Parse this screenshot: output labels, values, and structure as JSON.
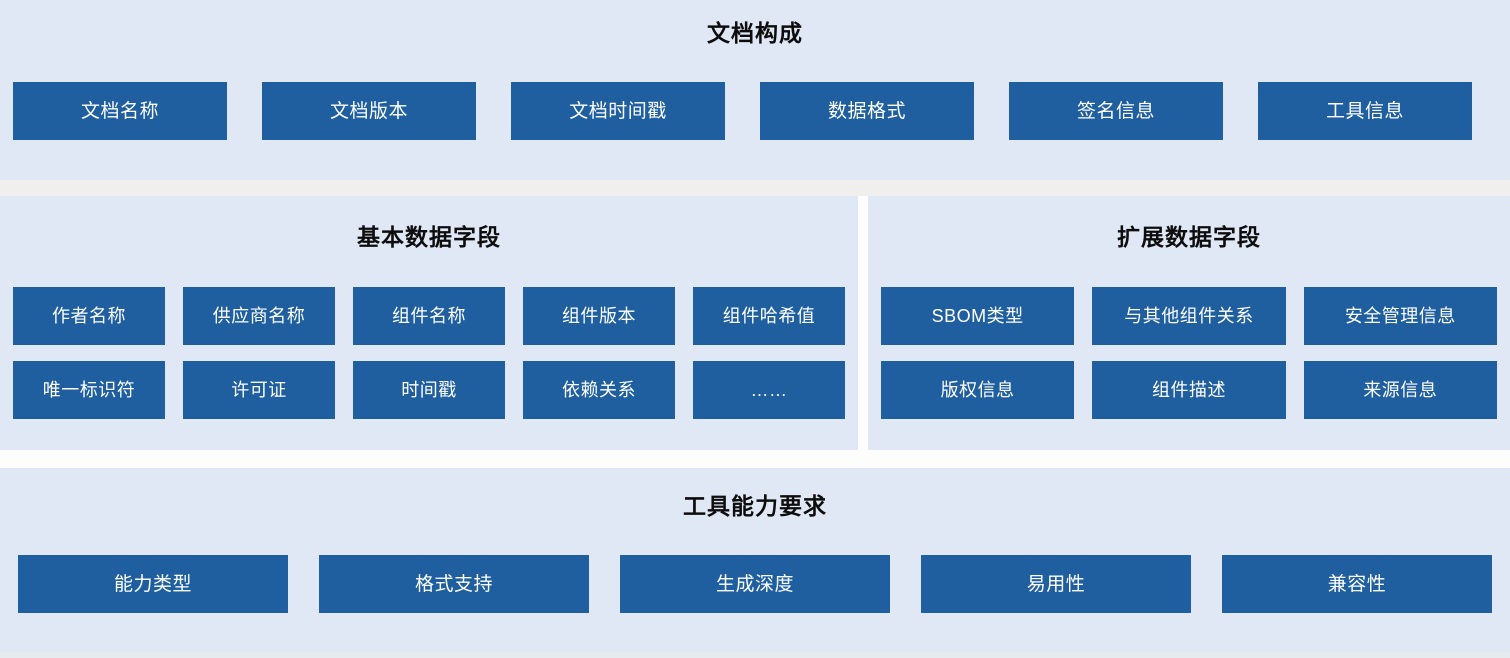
{
  "sections": {
    "document": {
      "title": "文档构成",
      "items": [
        "文档名称",
        "文档版本",
        "文档时间戳",
        "数据格式",
        "签名信息",
        "工具信息"
      ]
    },
    "basic_fields": {
      "title": "基本数据字段",
      "rows": [
        [
          "作者名称",
          "供应商名称",
          "组件名称",
          "组件版本",
          "组件哈希值"
        ],
        [
          "唯一标识符",
          "许可证",
          "时间戳",
          "依赖关系",
          "……"
        ]
      ]
    },
    "extended_fields": {
      "title": "扩展数据字段",
      "rows": [
        [
          "SBOM类型",
          "与其他组件关系",
          "安全管理信息"
        ],
        [
          "版权信息",
          "组件描述",
          "来源信息"
        ]
      ]
    },
    "tool_capability": {
      "title": "工具能力要求",
      "items": [
        "能力类型",
        "格式支持",
        "生成深度",
        "易用性",
        "兼容性"
      ]
    }
  },
  "colors": {
    "panel_background": "#DFE8F4",
    "node_fill": "#1F5FA0",
    "node_text": "#FFFFFF",
    "title_text": "#0D0D0D",
    "gap": "#FDFDFC"
  }
}
